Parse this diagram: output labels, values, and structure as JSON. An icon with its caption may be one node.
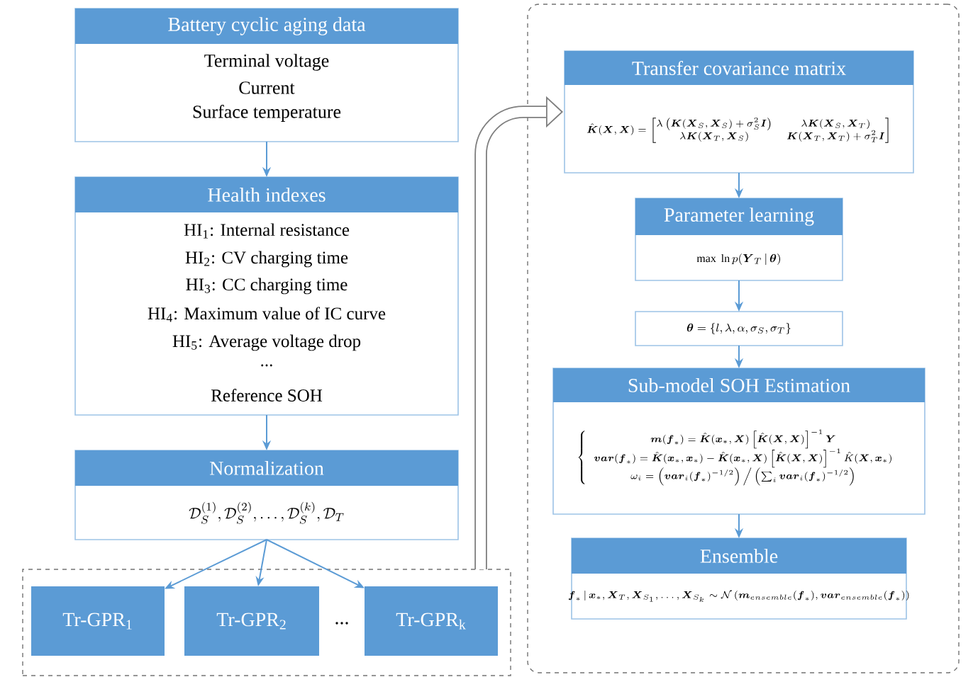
{
  "diagram": {
    "nodes": [
      {
        "text": [
          "Battery cyclic aging data",
          "Terminal voltage",
          "Current",
          "Surface temperature"
        ]
      },
      {
        "text": [
          "Health indexes",
          "HI$_{1}$: Internal resistance",
          "HI$_{2}$: CV charging time",
          "HI$_{3}$: CC charging time",
          "HI$_{4}$: Maximum value of IC curve",
          "HI$_{5}$: Average voltage drop",
          "...",
          "Reference SOH"
        ]
      },
      {
        "text": [
          "Normalization",
          "\\mathcal{D}_S^{(1)},\\mathcal{D}_S^{(2)},\\ldots,\\mathcal{D}_S^{(k)},\\mathcal{D}_T"
        ]
      },
      {
        "text": [],
        "shape": "box"
      },
      {
        "text": [
          "Tr-GPR$_{1}$"
        ],
        "in": 3
      },
      {
        "text": [
          "Tr-GPR$_{2}$"
        ],
        "in": 3
      },
      {
        "text": [
          "Tr-GPR$_{k}$"
        ],
        "in": 3
      },
      {
        "text": [],
        "shape": "box"
      },
      {
        "text": [
          "Transfer covariance matrix",
          "\\hat{\\boldsymbol{K}}(\\boldsymbol{X},\\boldsymbol{X})=\\begin{bmatrix}\\lambda\\left(\\boldsymbol{K}(\\boldsymbol{X}_S,\\boldsymbol{X}_S)+\\sigma_S^2\\boldsymbol{I}\\right) & \\lambda\\boldsymbol{K}(\\boldsymbol{X}_S,\\boldsymbol{X}_T)\\\\ \\lambda\\boldsymbol{K}(\\boldsymbol{X}_T,\\boldsymbol{X}_S) & \\boldsymbol{K}(\\boldsymbol{X}_T,\\boldsymbol{X}_T)+\\sigma_T^2\\boldsymbol{I}\\end{bmatrix}"
        ],
        "in": 7
      },
      {
        "text": [
          "Parameter learning",
          "\\max\\ \\ln p(\\boldsymbol{Y}_T\\,|\\,\\boldsymbol{\\theta})"
        ],
        "in": 7
      },
      {
        "text": [
          "\\boldsymbol{\\theta}=\\{l,\\lambda,\\alpha,\\sigma_S,\\sigma_T\\}"
        ],
        "in": 7
      },
      {
        "text": [
          "Sub-model SOH Estimation",
          "\\left\\{\\begin{array}{c}\\boldsymbol{m}(\\boldsymbol{f}_*)=\\hat{\\boldsymbol{K}}(\\boldsymbol{x}_*,\\boldsymbol{X})\\left[\\hat{\\boldsymbol{K}}(\\boldsymbol{X},\\boldsymbol{X})\\right]^{-1}\\boldsymbol{Y}\\\\ \\boldsymbol{var}(\\boldsymbol{f}_*)=\\hat{\\boldsymbol{K}}(\\boldsymbol{x}_*,\\boldsymbol{x}_*)-\\hat{\\boldsymbol{K}}(\\boldsymbol{x}_*,\\boldsymbol{X})\\left[\\hat{\\boldsymbol{K}}(\\boldsymbol{X},\\boldsymbol{X})\\right]^{-1}\\hat{K}(\\boldsymbol{X},\\boldsymbol{x}_*)\\\\ \\omega_i=\\left(\\boldsymbol{var}_i(\\boldsymbol{f}_*)^{-1/2}\\right)\\Big/\\left(\\sum_i\\boldsymbol{var}_i(\\boldsymbol{f}_*)^{-1/2}\\right)\\end{array}\\right."
        ],
        "in": 7
      },
      {
        "text": [
          "Ensemble",
          "\\boldsymbol{f}_*\\,|\\,\\boldsymbol{x}_*,\\boldsymbol{X}_T,\\boldsymbol{X}_{S_1},\\ldots,\\boldsymbol{X}_{S_k}\\sim\\mathcal{N}\\left(\\boldsymbol{m}_{ensemble}(\\boldsymbol{f}_*),\\boldsymbol{var}_{ensemble}(\\boldsymbol{f}_*)\\right)"
        ],
        "in": 7
      }
    ],
    "edges": [
      {
        "from": 0,
        "to": 1,
        "arrow": "to"
      },
      {
        "from": 1,
        "to": 2,
        "arrow": "to"
      },
      {
        "from": 2,
        "to": 4,
        "arrow": "to"
      },
      {
        "from": 2,
        "to": 5,
        "arrow": "to"
      },
      {
        "from": 2,
        "to": 6,
        "arrow": "to"
      },
      {
        "from": 3,
        "to": 8,
        "arrow": "to",
        "style": "thick",
        "color": "#7f7f7f"
      },
      {
        "from": 8,
        "to": 9,
        "arrow": "to"
      },
      {
        "from": 9,
        "to": 10,
        "arrow": "to"
      },
      {
        "from": 10,
        "to": 11,
        "arrow": "to"
      },
      {
        "from": 11,
        "to": 12,
        "arrow": "to"
      }
    ],
    "labels": [
      "..."
    ]
  }
}
